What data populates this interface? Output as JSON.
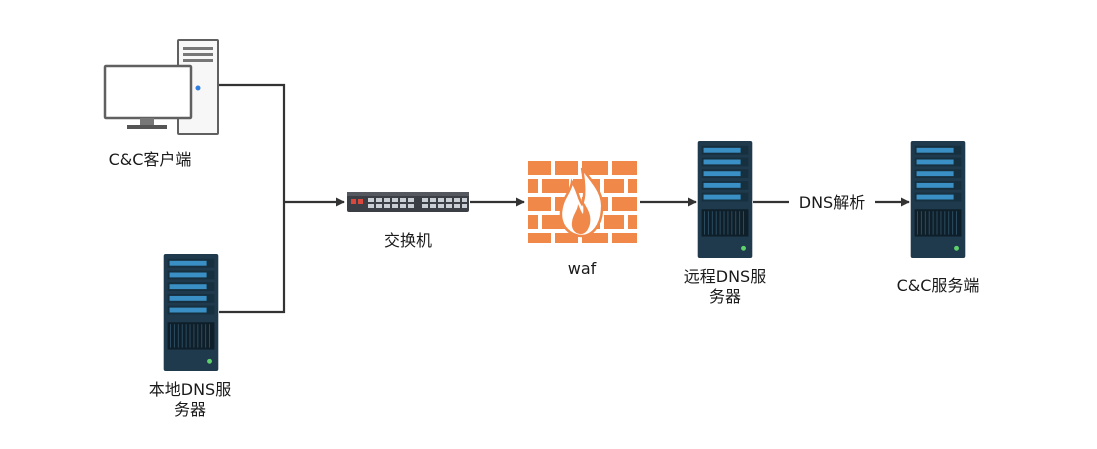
{
  "nodes": {
    "cc_client": {
      "label": "C&C客户端",
      "icon": "desktop-computer-icon"
    },
    "local_dns": {
      "label_line1": "本地DNS服",
      "label_line2": "务器",
      "icon": "server-icon"
    },
    "switch": {
      "label": "交换机",
      "icon": "network-switch-icon"
    },
    "waf": {
      "label": "waf",
      "icon": "firewall-icon"
    },
    "remote_dns": {
      "label_line1": "远程DNS服",
      "label_line2": "务器",
      "icon": "server-icon"
    },
    "cc_server": {
      "label": "C&C服务端",
      "icon": "server-icon"
    }
  },
  "edges": {
    "dns_resolve": {
      "label": "DNS解析"
    }
  },
  "colors": {
    "server_body": "#1f3a4d",
    "server_panel": "#3a8fc4",
    "firewall": "#f0884a",
    "line": "#333333"
  }
}
